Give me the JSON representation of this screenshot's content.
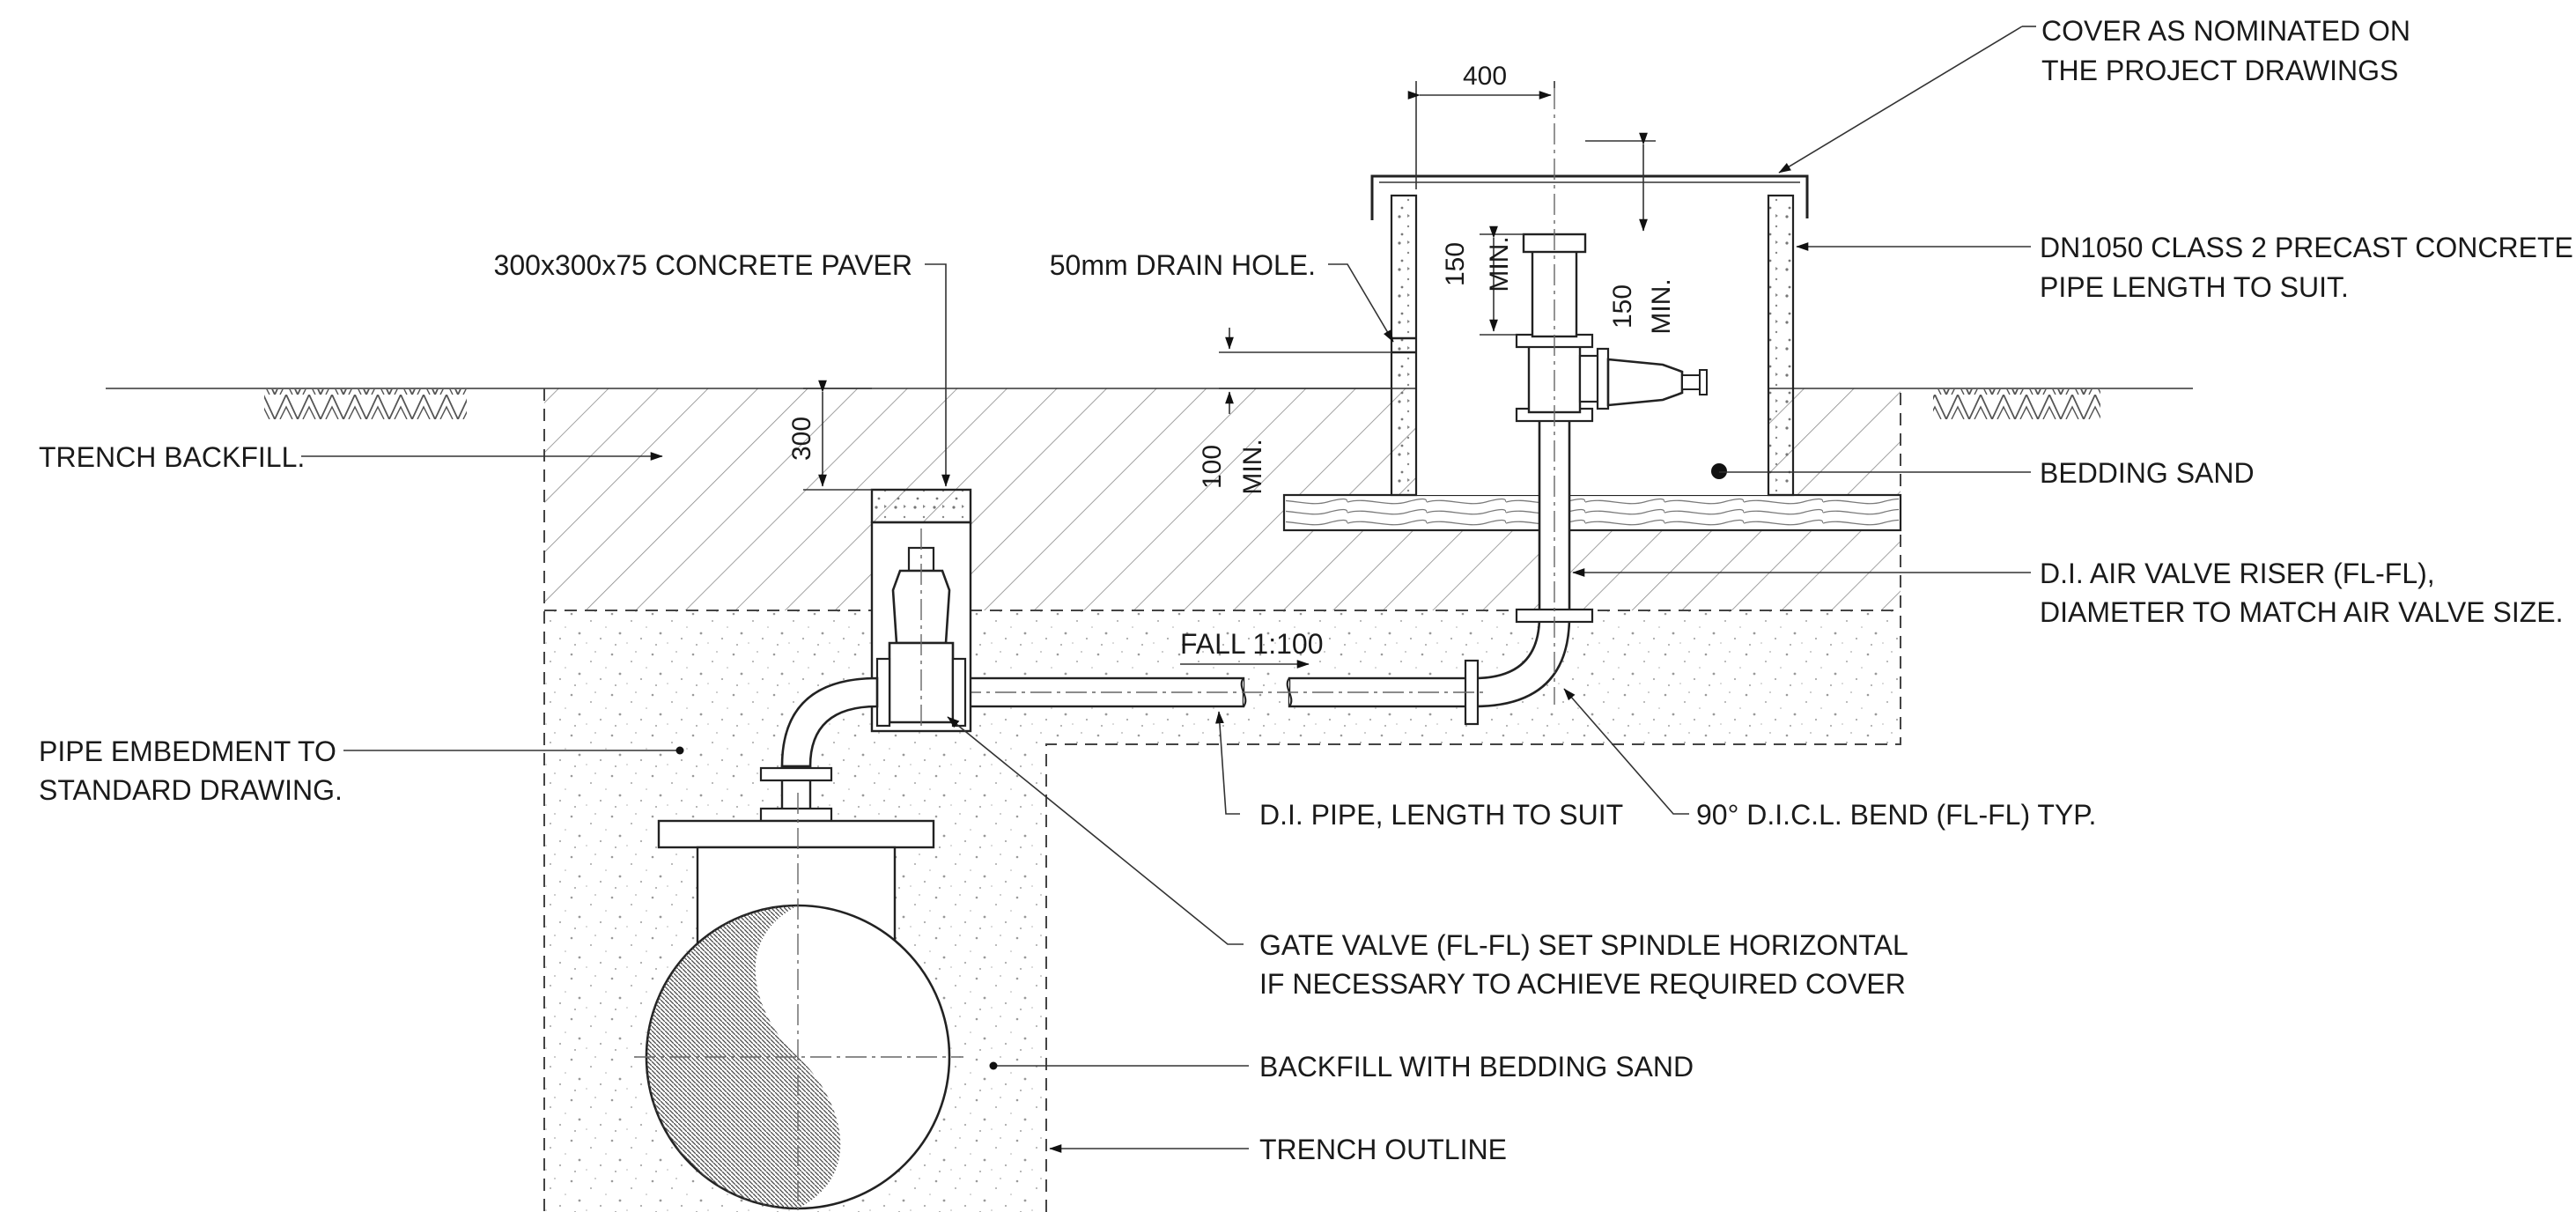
{
  "labels": {
    "cover": [
      "COVER AS NOMINATED ON",
      "THE PROJECT DRAWINGS"
    ],
    "precast": [
      "DN1050 CLASS 2 PRECAST CONCRETE",
      "PIPE LENGTH TO SUIT."
    ],
    "paver": "300x300x75 CONCRETE PAVER",
    "drain_hole": "50mm DRAIN HOLE.",
    "trench_backfill": "TRENCH BACKFILL.",
    "bedding_sand": "BEDDING SAND",
    "riser": [
      "D.I. AIR VALVE RISER (FL-FL),",
      "DIAMETER TO MATCH AIR VALVE SIZE."
    ],
    "fall": "FALL 1:100",
    "embedment": [
      "PIPE EMBEDMENT TO",
      "STANDARD DRAWING."
    ],
    "di_pipe": "D.I. PIPE, LENGTH TO SUIT",
    "bend": "90° D.I.C.L. BEND (FL-FL) TYP.",
    "gate_valve": [
      "GATE VALVE (FL-FL) SET SPINDLE HORIZONTAL",
      "IF NECESSARY TO ACHIEVE REQUIRED COVER"
    ],
    "backfill_sand": "BACKFILL WITH BEDDING SAND",
    "trench_outline": "TRENCH OUTLINE"
  },
  "dimensions": {
    "top_width": "400",
    "valve_clear_value": "150",
    "valve_clear_min": "MIN.",
    "cover_clear_value": "150",
    "cover_clear_min": "MIN.",
    "paver_depth": "300",
    "chamber_depth_value": "100",
    "chamber_depth_min": "MIN."
  }
}
